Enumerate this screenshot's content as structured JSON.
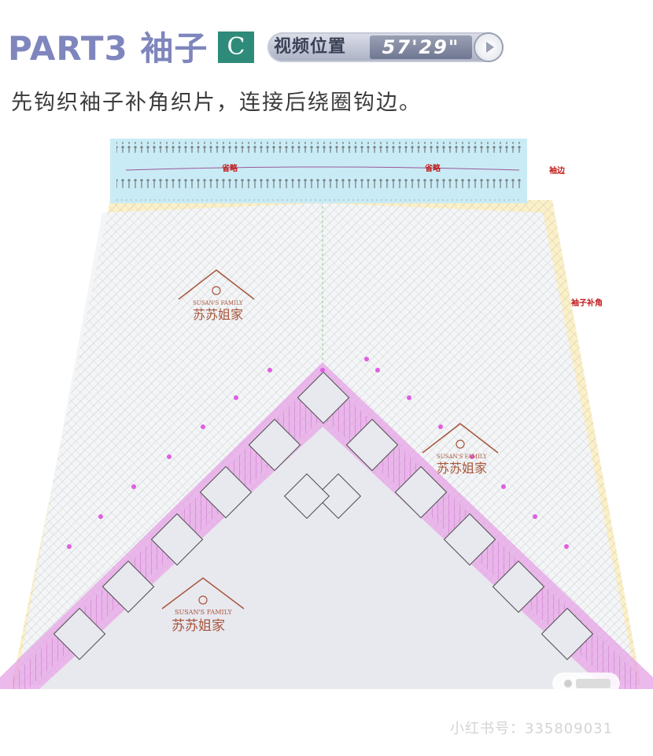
{
  "header": {
    "part_title": "PART3 袖子",
    "section_badge": "C",
    "video_label": "视频位置",
    "video_time": "57'29\"",
    "subtitle": "先钩织袖子补角织片，连接后绕圈钩边。"
  },
  "diagram": {
    "labels": {
      "cuff": "袖边",
      "sleeve_gusset": "袖子补角",
      "omit_1": "省略",
      "omit_2": "省略"
    },
    "stamp_brand": "SUSAN'S FAMILY",
    "stamp_name": "苏苏姐家",
    "colors": {
      "cuff_band": "#c9ebf5",
      "gusset_fill": "#fbf0c8",
      "lace_pink": "#e6a2e6",
      "stitch_gray": "#8a8a8a",
      "grid_bg": "#e8e8ef",
      "label_red": "#c21a1a"
    }
  },
  "footer": {
    "watermark_id": "小红书号：335809031"
  }
}
